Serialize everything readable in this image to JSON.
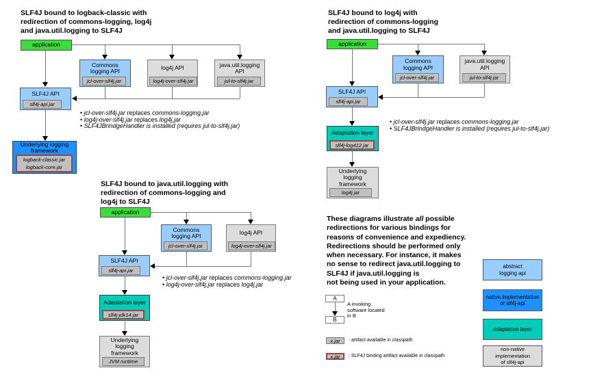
{
  "bullet_char": "•",
  "colors": {
    "application_green": "#3CDC3C",
    "abstract_api_blue": "#99CCFF",
    "native_impl_blue": "#1E90FF",
    "adaptation_teal": "#00CDB7",
    "non_native_gray": "#DCDCDC",
    "artifact_gray": "#C0C0C0",
    "binding_border_red": "#9E4444"
  },
  "diagram1": {
    "title": "SLF4J bound to logback-classic with\nredirection of commons-logging, log4j\nand java.util.logging to SLF4J",
    "application": "application",
    "commons": {
      "label": "Commons\nlogging API",
      "jar": "jcl-over-slf4j.jar"
    },
    "log4j": {
      "label": "log4j API",
      "jar": "log4j-over-slf4j.jar"
    },
    "jul": {
      "label": "java.util.logging\nAPI",
      "jar": "jul-to-slf4j.jar"
    },
    "slf4j": {
      "label": "SLF4J API",
      "jar": "slf4j-api.jar"
    },
    "underlying": {
      "label": "Underlying logging\nframework",
      "jar": "logback-classic.jar\nlogback-core.jar"
    },
    "bullets": [
      {
        "i1": "jcl-over-slf4j.jar",
        "r": " replaces ",
        "i2": "commons-logging.jar"
      },
      {
        "i1": "log4j-over-slf4j.jar",
        "r": " replaces ",
        "i2": "log4j.jar"
      },
      {
        "i1": "SLF4JBrindgeHandler is installed (requires jul-to-slf4j.jar)",
        "r": "",
        "i2": ""
      }
    ]
  },
  "diagram2": {
    "title": "SLF4J bound to log4j with\nredirection of commons-logging\nand java.util.logging to SLF4J",
    "application": "application",
    "commons": {
      "label": "Commons\nlogging API",
      "jar": "jcl-over-slf4j.jar"
    },
    "jul": {
      "label": "java.util.logging\nAPI",
      "jar": "jul-to-slf4j.jar"
    },
    "slf4j": {
      "label": "SLF4J API",
      "jar": "slf4j-api.jar"
    },
    "adaptation": {
      "label": "Adaptation layer",
      "jar": "slf4j-log412.jar"
    },
    "underlying": {
      "label": "Underlying\nlogging\nframework",
      "jar": "log4j.jar"
    },
    "bullets": [
      {
        "i1": "jcl-over-slf4j.jar",
        "r": " replaces ",
        "i2": "commons-logging.jar"
      },
      {
        "i1": "SLF4JBrindgeHandler is installed (requires jul-to-slf4j.jar)",
        "r": "",
        "i2": ""
      }
    ]
  },
  "diagram3": {
    "title": "SLF4J bound to java.util.logging with\nredirection of commons-logging and\nlog4j to SLF4J",
    "application": "application",
    "commons": {
      "label": "Commons\nlogging API",
      "jar": "jcl-over-slf4j.jar"
    },
    "log4j": {
      "label": "log4j API",
      "jar": "log4j-over-slf4j.jar"
    },
    "slf4j": {
      "label": "SLF4J API",
      "jar": "slf4j-api.jar"
    },
    "adaptation": {
      "label": "Adaptation layer",
      "jar": "slf4j-jdk14.jar"
    },
    "underlying": {
      "label": "Underlying\nlogging\nframework",
      "jar": "JVM runtime"
    },
    "bullets": [
      {
        "i1": "jcl-over-slf4j.jar",
        "r": " replaces ",
        "i2": "commons-logging.jar"
      },
      {
        "i1": "log4j-over-slf4j.jar",
        "r": " replaces ",
        "i2": "log4j.jar"
      }
    ]
  },
  "note": {
    "intro": "These diagrams illustrate ",
    "emph": "all",
    "rest": " possible\nredirections for various bindings for\nreasons of convenience and expediency.\nRedirections should be performed only\nwhen necessary. For instance, it makes\nno sense to redirect java.util.logging to\nSLF4J if java.util.logging is\nnot being used in your application."
  },
  "legend": {
    "a_label": "A",
    "b_label": "B",
    "ab_caption": "A invoking\nsoftware located\nin B",
    "artifact_box": "x.jar",
    "artifact_caption": ": artifact available in classpath",
    "binding_box": "x.jar",
    "binding_caption": ": SLF4J binding artifact available in classpath",
    "categories": [
      {
        "label": "abstract\nlogging api"
      },
      {
        "label": "native implementation\nof slf4j-api"
      },
      {
        "label": "adaptation layer"
      },
      {
        "label": "non-native implementation\nof slf4j-api"
      }
    ]
  }
}
